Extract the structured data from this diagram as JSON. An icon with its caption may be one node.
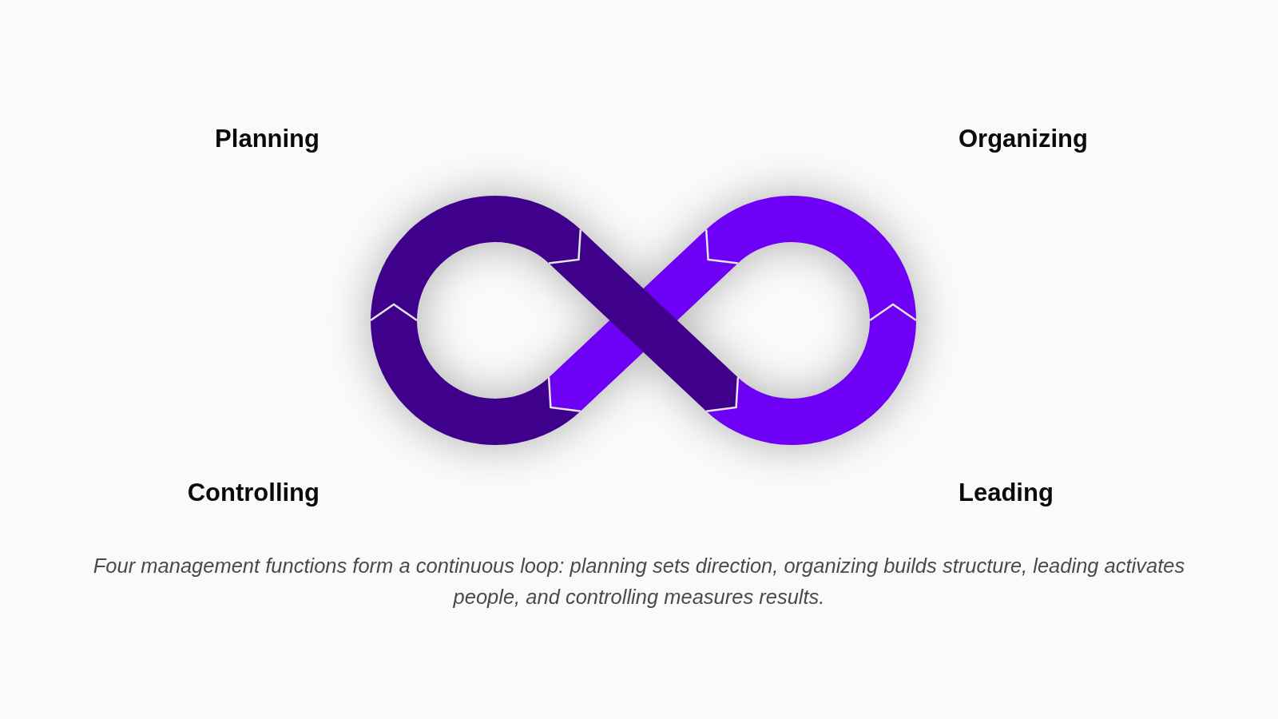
{
  "diagram": {
    "caption": "Four management functions form a continuous loop: planning sets direction, organizing builds structure, leading activates people, and controlling measures results.",
    "labels": [
      "Planning",
      "Organizing",
      "Controlling",
      "Leading"
    ]
  }
}
